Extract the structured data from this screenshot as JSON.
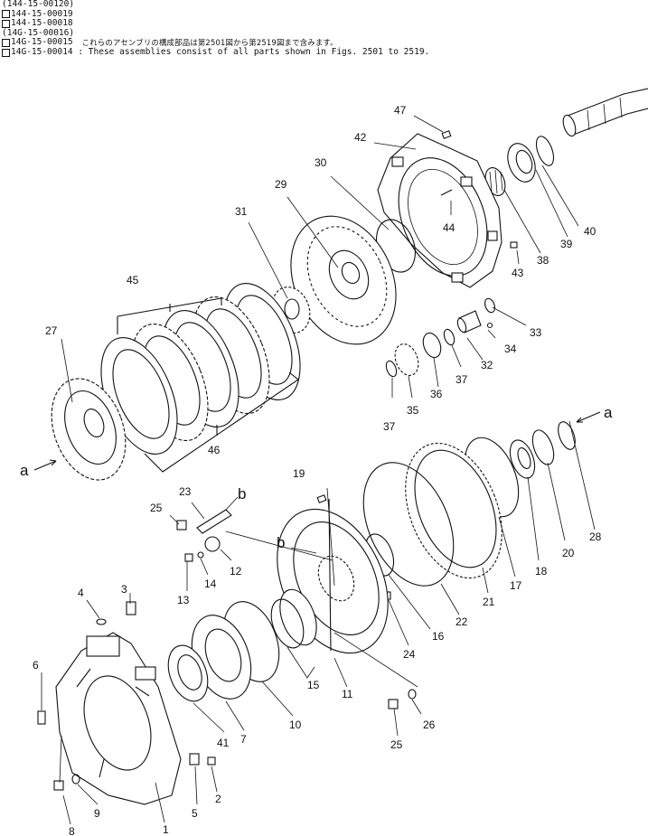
{
  "header": {
    "lines": [
      {
        "box": false,
        "text": "(144-15-00120)"
      },
      {
        "box": true,
        "text": "144-15-00019"
      },
      {
        "box": true,
        "text": "144-15-00018"
      },
      {
        "box": false,
        "text": "(14G-15-00016)"
      },
      {
        "box": true,
        "text": "14G-15-00015"
      },
      {
        "box": true,
        "text": "14G-15-00014 : These assemblies consist of all parts shown in Figs. 2501 to 2519."
      }
    ],
    "jp_caption": "これらのアセンブリの構成部品は第2501図から第2519図まで含みます。"
  },
  "labels": {
    "l1": "1",
    "l2": "2",
    "l3": "3",
    "l4": "4",
    "l5": "5",
    "l6": "6",
    "l7": "7",
    "l8": "8",
    "l9": "9",
    "l10": "10",
    "l11": "11",
    "l12": "12",
    "l13": "13",
    "l14": "14",
    "l15": "15",
    "l16": "16",
    "l17": "17",
    "l18": "18",
    "l19": "19",
    "l20": "20",
    "l21": "21",
    "l22": "22",
    "l23": "23",
    "l24": "24",
    "l25a": "25",
    "l25b": "25",
    "l26": "26",
    "l27": "27",
    "l28": "28",
    "l29": "29",
    "l30": "30",
    "l31": "31",
    "l32": "32",
    "l33": "33",
    "l34": "34",
    "l35": "35",
    "l36": "36",
    "l37a": "37",
    "l37b": "37",
    "l38": "38",
    "l39": "39",
    "l40": "40",
    "l41": "41",
    "l42": "42",
    "l43": "43",
    "l44": "44",
    "l45": "45",
    "l46": "46",
    "l47": "47"
  },
  "connectors": {
    "a_top": "a",
    "a_left": "a",
    "b_top": "b",
    "b_mid": "b"
  }
}
